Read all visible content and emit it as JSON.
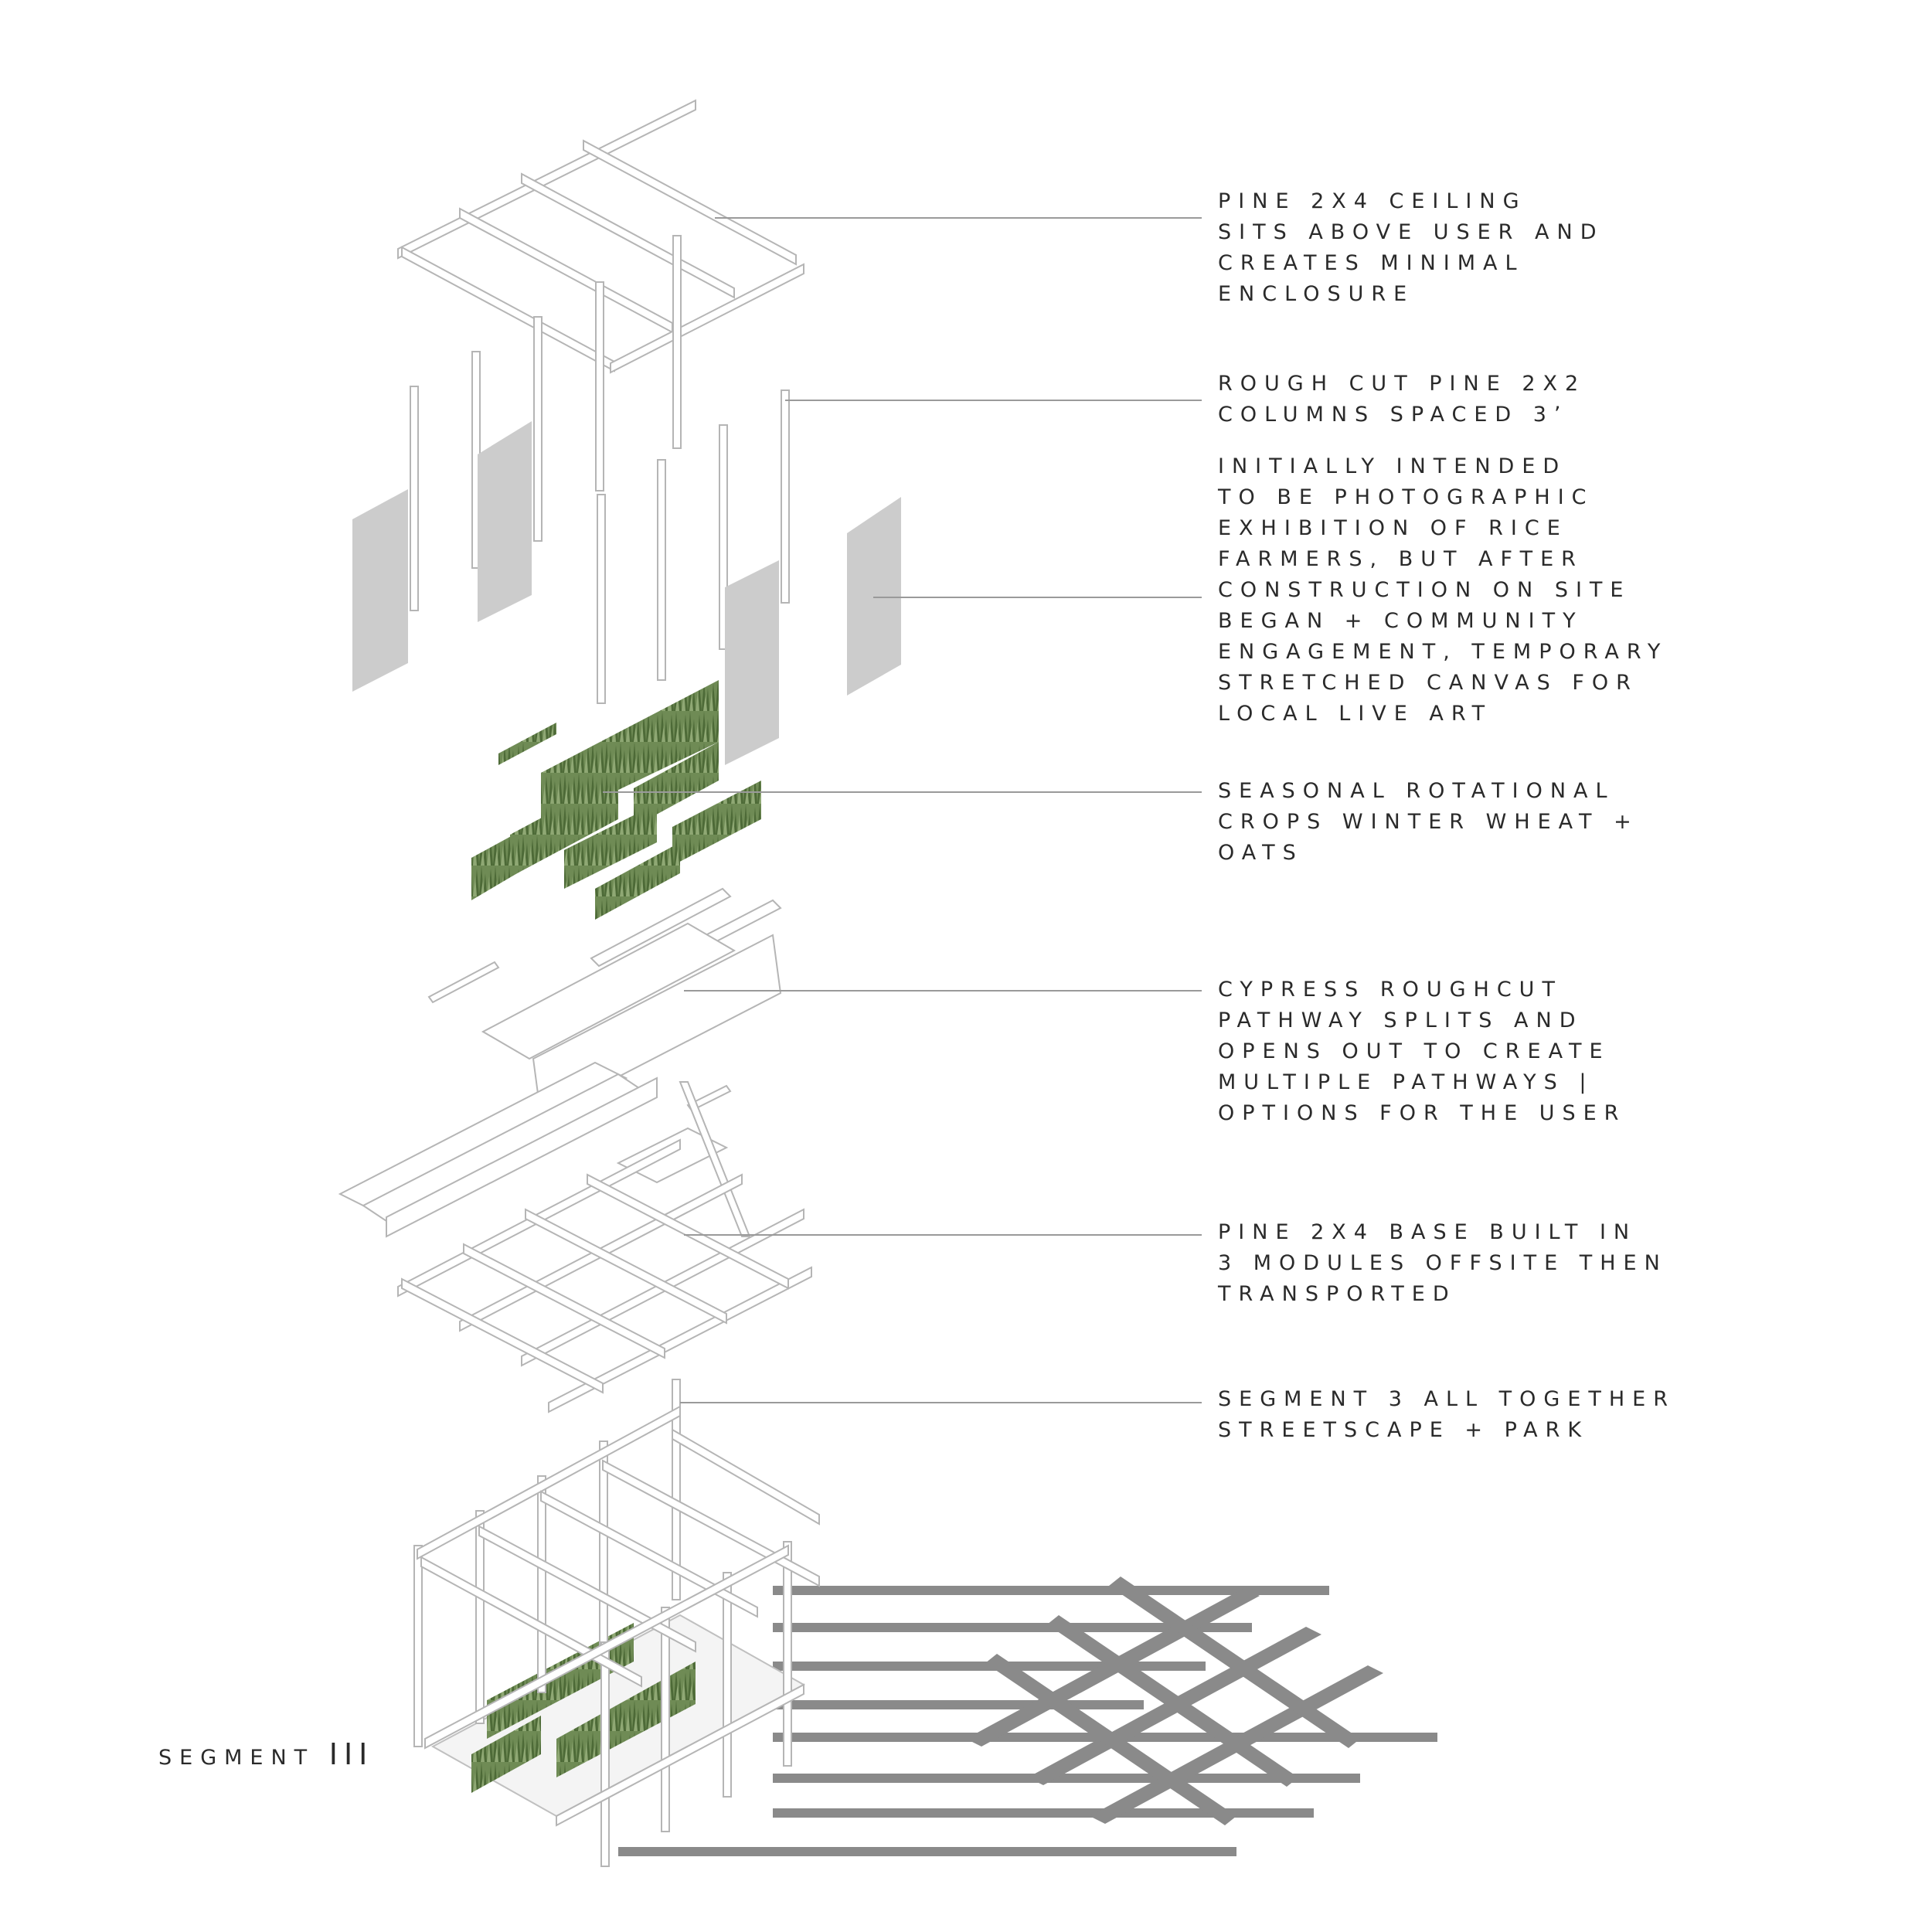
{
  "annotations": [
    {
      "id": "ceiling",
      "text": "pine 2x4 ceiling\nsits above user and\ncreates minimal\nenclosure"
    },
    {
      "id": "columns",
      "text": "rough cut pine 2x2\ncolumns spaced 3’"
    },
    {
      "id": "canvas",
      "text": "initially intended\nto be photographic\nexhibition of rice\nfarmers, but after\nconstruction on site\nbegan + community\nengagement, temporary\nstretched canvas for\nlocal live art"
    },
    {
      "id": "crops",
      "text": "seasonal rotational\ncrops winter wheat +\noats"
    },
    {
      "id": "pathway",
      "text": "cypress roughcut\npathway splits and\nopens out to create\nmultiple pathways |\noptions for the user"
    },
    {
      "id": "base",
      "text": "pine 2x4 base built in\n3 modules offsite then\ntransported"
    },
    {
      "id": "assembly",
      "text": "segment 3 all together\nstreetscape + park"
    }
  ],
  "segment_label": {
    "word": "segment",
    "numeral": "III"
  },
  "colors": {
    "wood": "#ffffff",
    "wood_edge": "#b8b8b8",
    "canvas": "#cfcfcf",
    "grass": "#5e7a45",
    "grass_dark": "#3f5a2e",
    "shadow": "#8a8a8a",
    "leader": "#9a9a9a"
  }
}
